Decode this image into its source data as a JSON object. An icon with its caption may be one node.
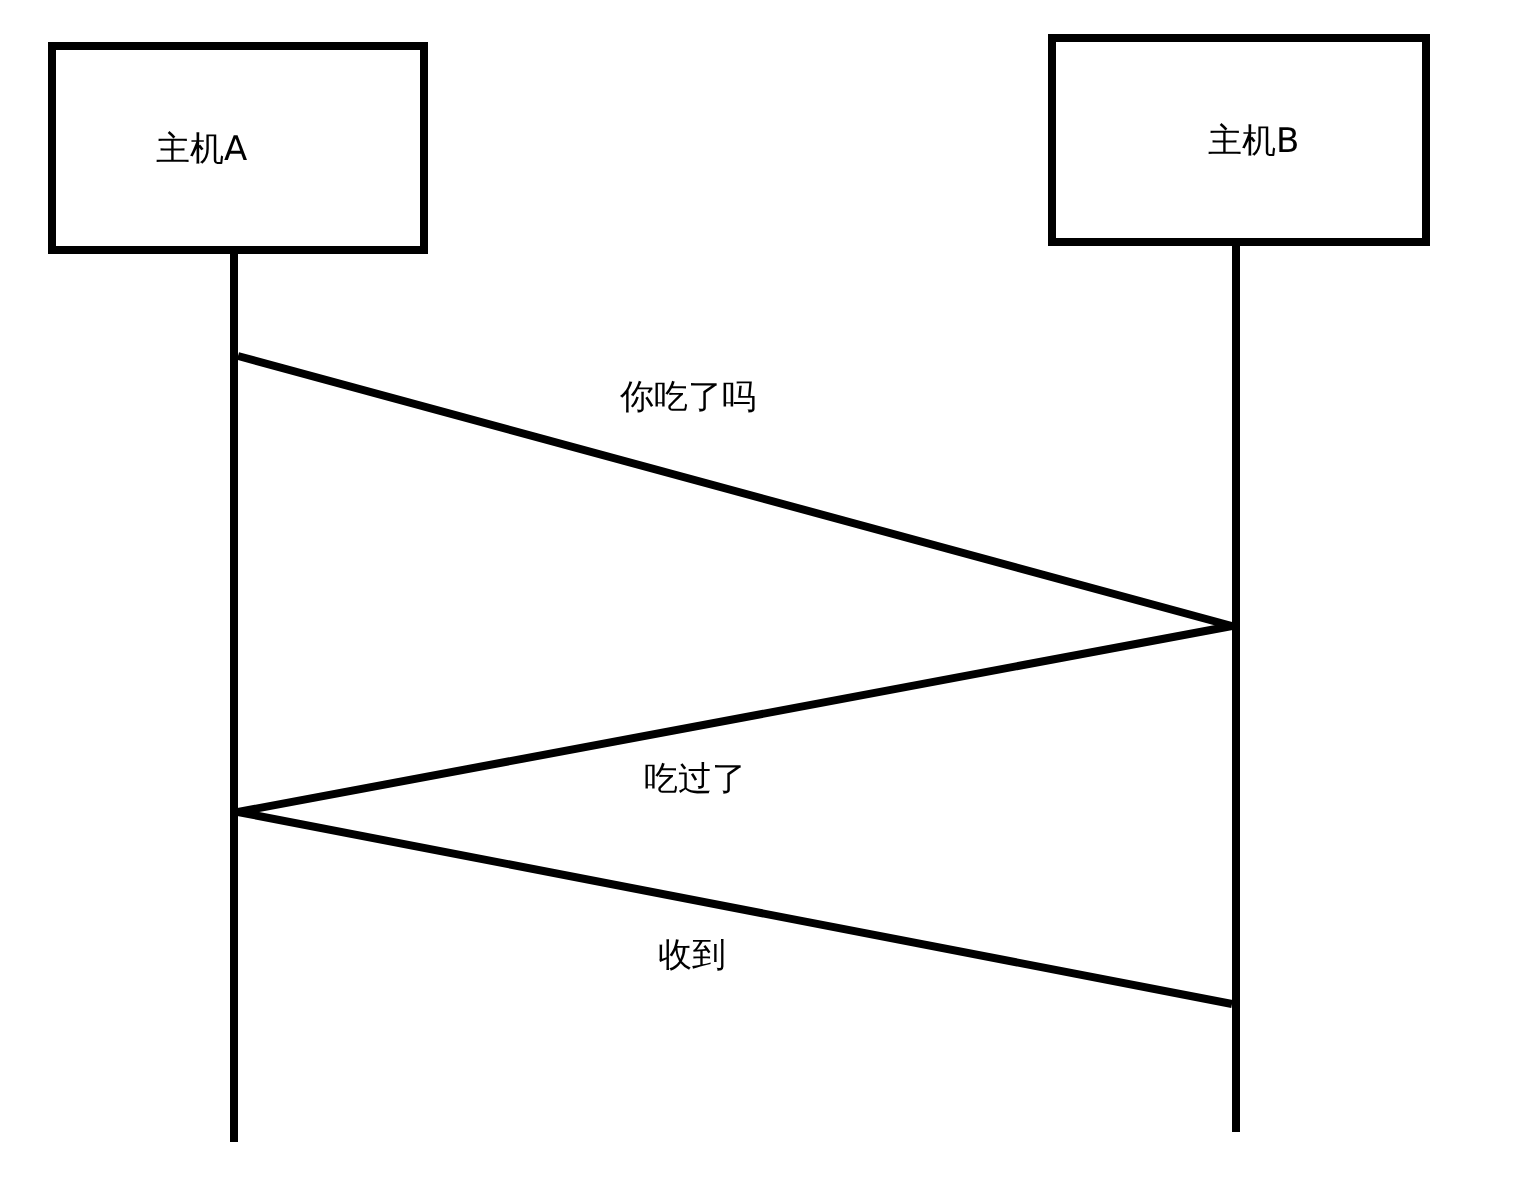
{
  "diagram": {
    "nodes": [
      {
        "text": [
          "主机A"
        ]
      },
      {
        "text": [
          "主机B"
        ]
      },
      {
        "text": [],
        "shape": "bar"
      },
      {
        "text": [],
        "shape": "bar"
      }
    ],
    "edges": [
      {
        "from": 2,
        "to": 3,
        "arrow": "none",
        "label": "你吃了吗"
      },
      {
        "from": 3,
        "to": 2,
        "arrow": "none",
        "label": "吃过了"
      },
      {
        "from": 2,
        "to": 3,
        "arrow": "none",
        "label": "收到"
      }
    ]
  }
}
